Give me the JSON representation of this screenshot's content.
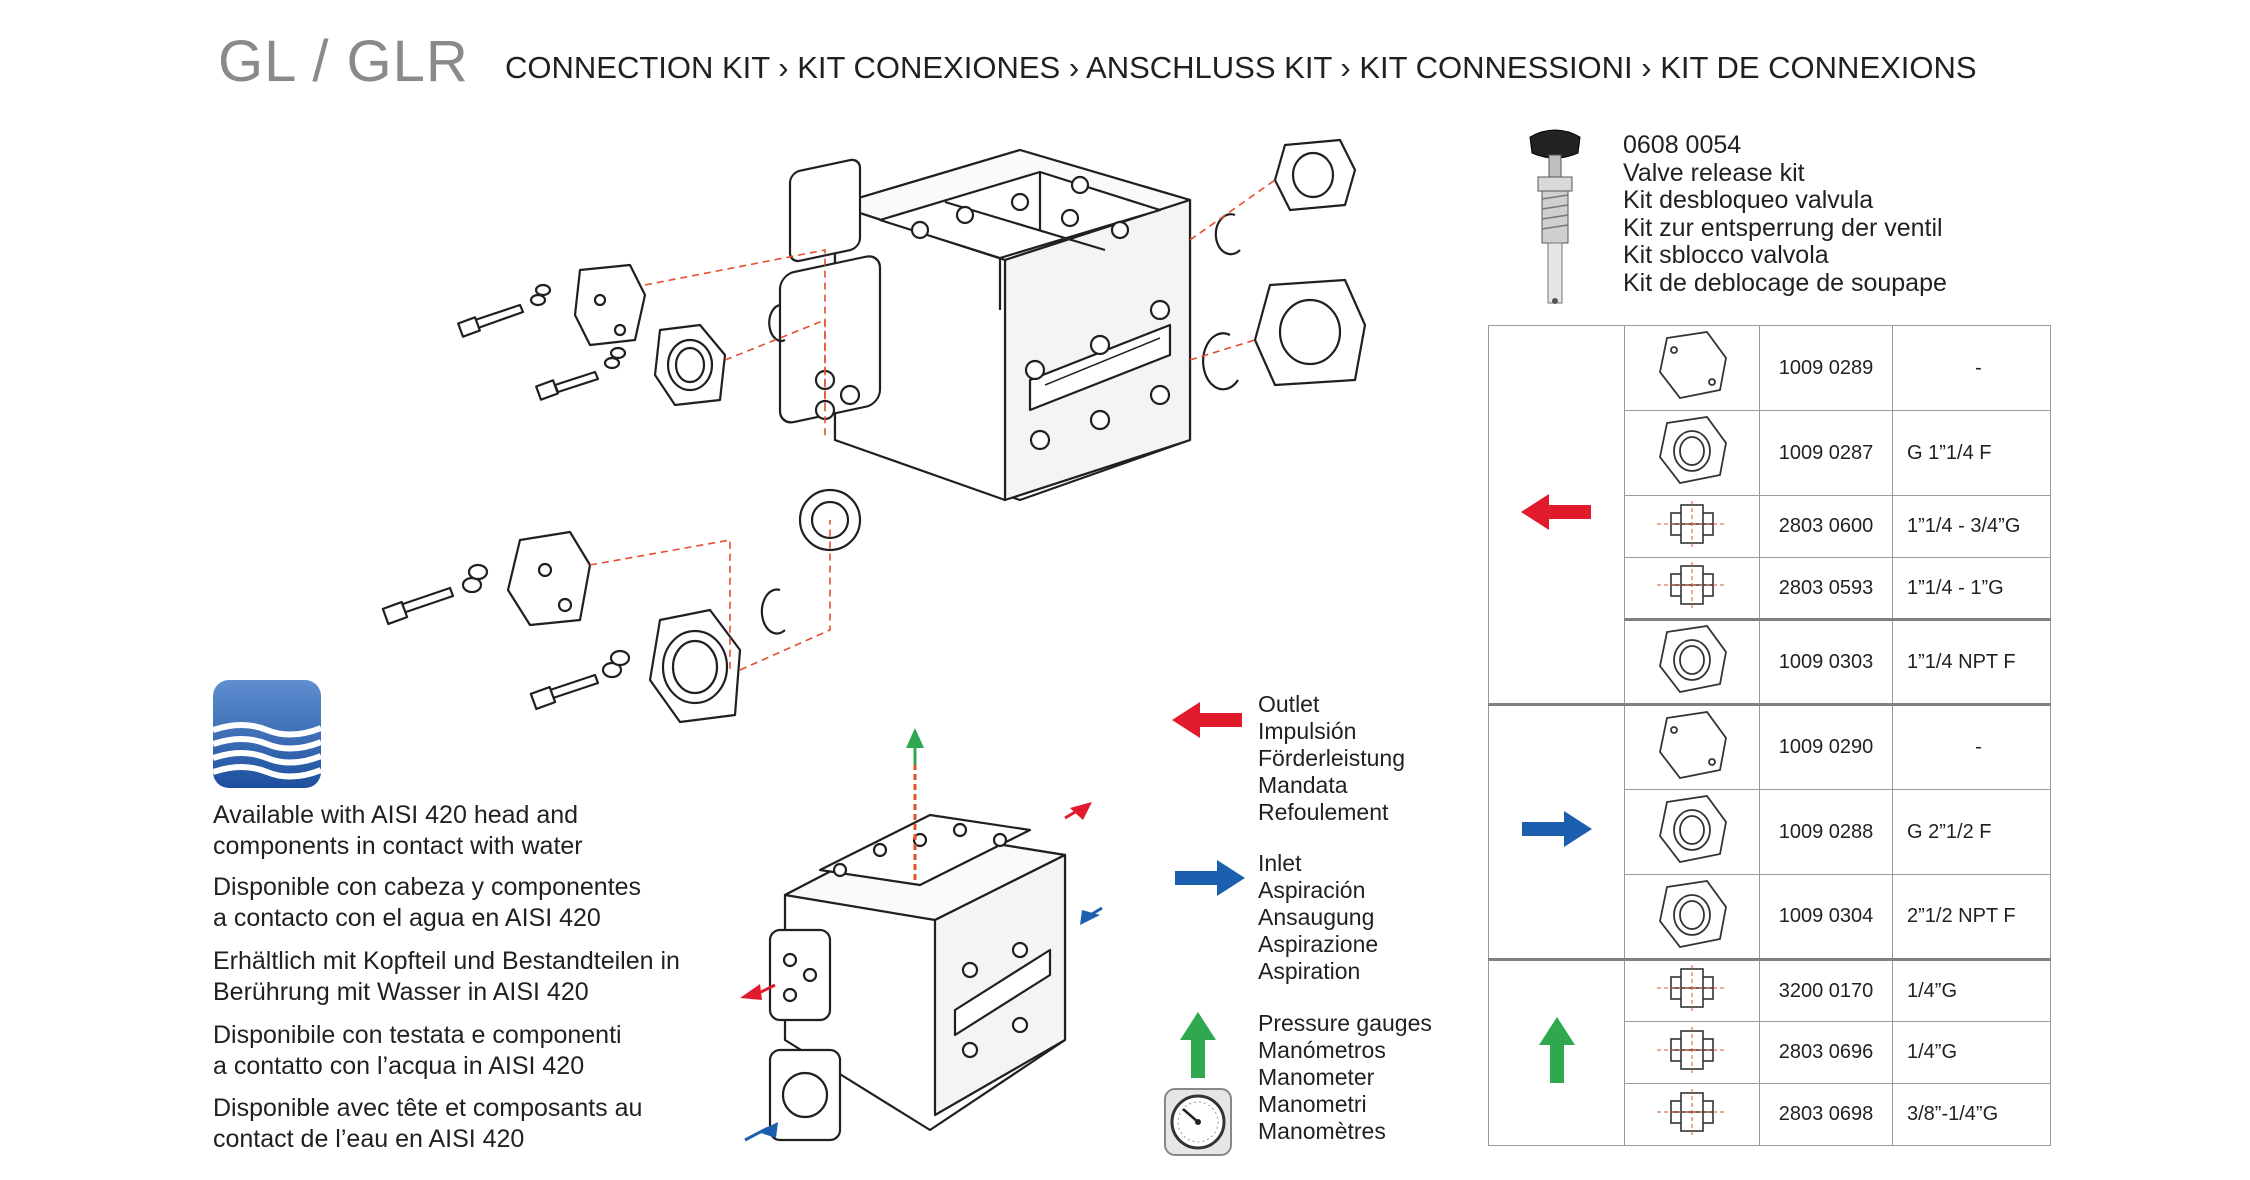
{
  "header": {
    "brand": "GL / GLR",
    "title": "CONNECTION KIT › KIT CONEXIONES › ANSCHLUSS KIT › KIT CONNESSIONI › KIT DE CONNEXIONS"
  },
  "valve_kit": {
    "code": "0608 0054",
    "names": [
      "Valve release kit",
      "Kit desbloqueo valvula",
      "Kit zur entsperrung der ventil",
      "Kit sblocco valvola",
      "Kit de deblocage de soupape"
    ]
  },
  "description": [
    {
      "line1": "Available with AISI 420 head and",
      "line2": "components in contact with water"
    },
    {
      "line1": "Disponible con cabeza y componentes",
      "line2": "a contacto con el agua en AISI 420"
    },
    {
      "line1": "Erhältlich mit Kopfteil und Bestandteilen in",
      "line2": "Berührung mit Wasser in AISI 420"
    },
    {
      "line1": "Disponibile con testata e componenti",
      "line2": "a contatto con l’acqua in AISI 420"
    },
    {
      "line1": "Disponible avec tête et composants au",
      "line2": "contact de l’eau en AISI 420"
    }
  ],
  "legend": {
    "outlet": [
      "Outlet",
      "Impulsión",
      "Förderleistung",
      "Mandata",
      "Refoulement"
    ],
    "inlet": [
      "Inlet",
      "Aspiración",
      "Ansaugung",
      "Aspirazione",
      "Aspiration"
    ],
    "gauges": [
      "Pressure gauges",
      "Manómetros",
      "Manometer",
      "Manometri",
      "Manomètres"
    ]
  },
  "colors": {
    "outlet": "#e11b2d",
    "inlet": "#1c5fae",
    "gauge": "#2fa84f",
    "brand_grey": "#8a8a8a",
    "dash_red": "#e2502e"
  },
  "parts": {
    "outlet": [
      {
        "icon": "blind-flange-icon",
        "code": "1009 0289",
        "spec": "-"
      },
      {
        "icon": "threaded-flange-icon",
        "code": "1009 0287",
        "spec": "G 1”1/4 F"
      },
      {
        "icon": "nipple-fitting-icon",
        "code": "2803 0600",
        "spec": "1”1/4 - 3/4”G"
      },
      {
        "icon": "nipple-fitting-icon",
        "code": "2803 0593",
        "spec": "1”1/4 - 1”G"
      },
      {
        "icon": "threaded-flange-icon",
        "code": "1009 0303",
        "spec": "1”1/4 NPT F"
      }
    ],
    "inlet": [
      {
        "icon": "blind-flange-icon",
        "code": "1009 0290",
        "spec": "-"
      },
      {
        "icon": "threaded-flange-icon",
        "code": "1009 0288",
        "spec": "G 2”1/2 F"
      },
      {
        "icon": "threaded-flange-icon",
        "code": "1009 0304",
        "spec": "2”1/2 NPT F"
      }
    ],
    "gauge": [
      {
        "icon": "nipple-fitting-icon",
        "code": "3200 0170",
        "spec": "1/4”G"
      },
      {
        "icon": "nipple-fitting-icon",
        "code": "2803 0696",
        "spec": "1/4”G"
      },
      {
        "icon": "nipple-fitting-icon",
        "code": "2803 0698",
        "spec": "3/8”-1/4”G"
      }
    ]
  }
}
